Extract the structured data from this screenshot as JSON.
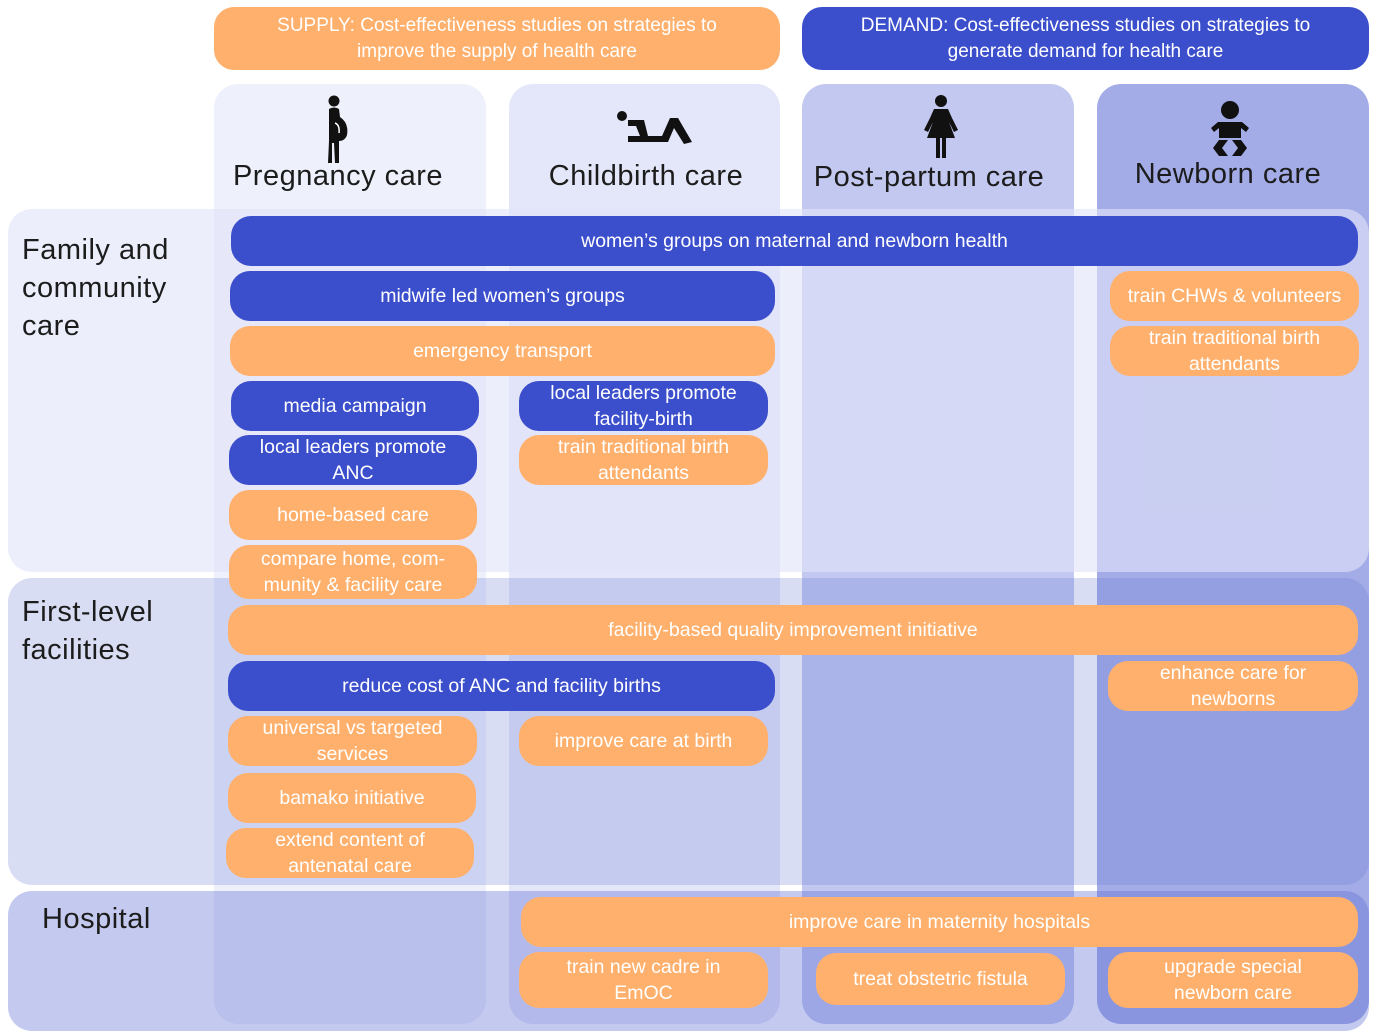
{
  "legend": {
    "supply": "SUPPLY: Cost-effectiveness studies on strategies to improve the supply of health care",
    "demand": "DEMAND: Cost-effectiveness studies on strategies to generate demand for health care"
  },
  "columns": {
    "pregnancy": "Pregnancy care",
    "childbirth": "Childbirth care",
    "postpartum": "Post-partum care",
    "newborn": "Newborn care"
  },
  "rows": {
    "family": "Family and community care",
    "first_level": "First-level facilities",
    "hospital": "Hospital"
  },
  "interventions": {
    "womens_groups": "women’s groups on maternal and newborn health",
    "midwife_groups": "midwife led women’s groups",
    "train_chws": "train CHWs & volunteers",
    "emergency_transport": "emergency transport",
    "train_tba_newborn": "train traditional birth attendants",
    "media_campaign": "media campaign",
    "leaders_facility_birth": "local leaders promote facility-birth",
    "leaders_anc": "local leaders promote ANC",
    "train_tba_childbirth": "train traditional birth attendants",
    "home_based_care": "home-based care",
    "compare_care": "compare home, com-munity & facility care",
    "facility_qi": "facility-based quality improvement initiative",
    "reduce_cost": "reduce cost of ANC and facility births",
    "enhance_newborn": "enhance care for newborns",
    "universal_targeted": "universal vs targeted services",
    "improve_birth": "improve care at birth",
    "bamako": "bamako initiative",
    "extend_anc": "extend content of antenatal care",
    "maternity_hospitals": "improve care in maternity hospitals",
    "train_cadre": "train new cadre in EmOC",
    "fistula": "treat obstetric fistula",
    "special_newborn": "upgrade special newborn care"
  },
  "icons": {
    "pregnancy": "pregnant-woman-icon",
    "childbirth": "childbirth-icon",
    "postpartum": "woman-icon",
    "newborn": "baby-icon"
  },
  "colors": {
    "supply": "#ffb06c",
    "demand": "#3b4ecb"
  }
}
